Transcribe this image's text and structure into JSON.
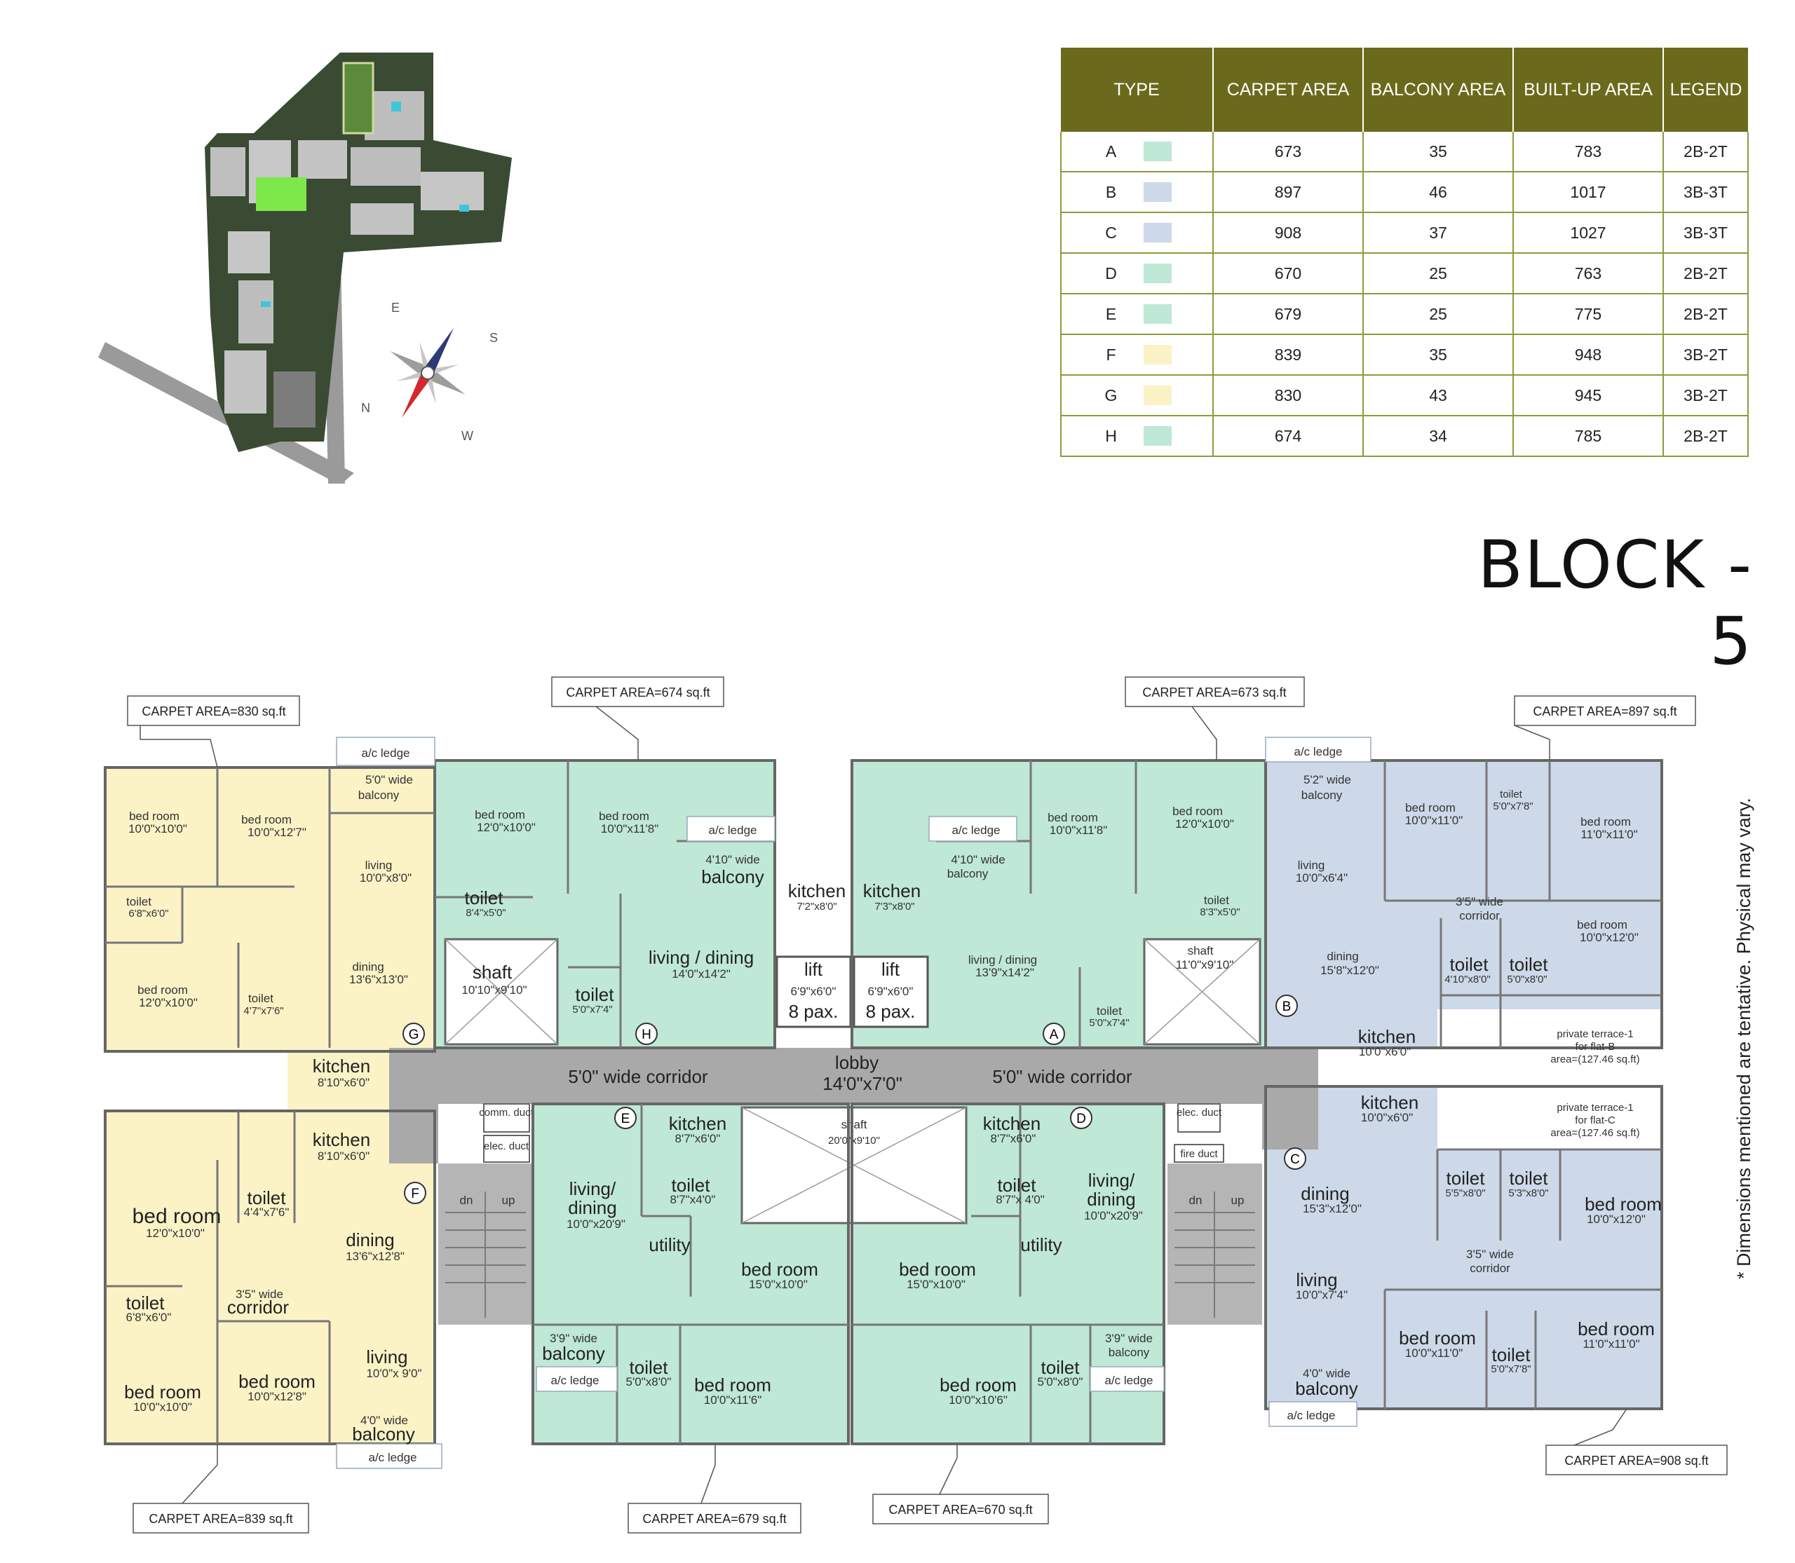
{
  "unit_table": {
    "headers": [
      {
        "label": "TYPE"
      },
      {
        "label": "CARPET AREA"
      },
      {
        "label": "BALCONY AREA"
      },
      {
        "label": "BUILT-UP AREA"
      },
      {
        "label": "LEGEND"
      }
    ],
    "rows": [
      {
        "type": "A",
        "color": "#bfe8d6",
        "carpet": "673",
        "balcony": "35",
        "builtup": "783",
        "legend": "2B-2T"
      },
      {
        "type": "B",
        "color": "#cdd9e8",
        "carpet": "897",
        "balcony": "46",
        "builtup": "1017",
        "legend": "3B-3T"
      },
      {
        "type": "C",
        "color": "#cdd9e8",
        "carpet": "908",
        "balcony": "37",
        "builtup": "1027",
        "legend": "3B-3T"
      },
      {
        "type": "D",
        "color": "#bfe8d6",
        "carpet": "670",
        "balcony": "25",
        "builtup": "763",
        "legend": "2B-2T"
      },
      {
        "type": "E",
        "color": "#bfe8d6",
        "carpet": "679",
        "balcony": "25",
        "builtup": "775",
        "legend": "2B-2T"
      },
      {
        "type": "F",
        "color": "#fbf3c6",
        "carpet": "839",
        "balcony": "35",
        "builtup": "948",
        "legend": "3B-2T"
      },
      {
        "type": "G",
        "color": "#fbf3c6",
        "carpet": "830",
        "balcony": "43",
        "builtup": "945",
        "legend": "3B-2T"
      },
      {
        "type": "H",
        "color": "#bfe8d6",
        "carpet": "674",
        "balcony": "34",
        "builtup": "785",
        "legend": "2B-2T"
      }
    ]
  },
  "compass": {
    "e": "E",
    "s": "S",
    "n": "N",
    "w": "W"
  },
  "block_title": "BLOCK - 5",
  "disclaimer": "* Dimensions mentioned are tentative. Physical may vary.",
  "colors": {
    "green_unit": "#bfe8d6",
    "blue_unit": "#cdd9e8",
    "yellow_unit": "#fbf3c6",
    "corridor": "#a9a9a9",
    "table_header": "#6b6a1c",
    "table_border": "#8e9b3a"
  },
  "callouts": {
    "g": "CARPET AREA=830 sq.ft",
    "h": "CARPET AREA=674 sq.ft",
    "a": "CARPET AREA=673 sq.ft",
    "b": "CARPET AREA=897 sq.ft",
    "f": "CARPET AREA=839 sq.ft",
    "e": "CARPET AREA=679 sq.ft",
    "d": "CARPET AREA=670 sq.ft",
    "c": "CARPET AREA=908 sq.ft"
  },
  "core": {
    "corridor_left": "5'0\" wide corridor",
    "corridor_right": "5'0\" wide corridor",
    "lobby": "lobby",
    "lobby_dim": "14'0\"x7'0\"",
    "lift": "lift",
    "lift_dim": "6'9\"x6'0\"",
    "lift_pax": "8 pax.",
    "shaft": "shaft",
    "shaft_center_dim": "20'0\"x9'10\"",
    "shaft_h_dim": "10'10\"x9'10\"",
    "shaft_a_dim": "11'0\"x9'10\"",
    "dn": "dn",
    "up": "up",
    "comm_duct": "comm. duct",
    "elec_duct": "elec. duct",
    "fire_duct": "fire duct"
  },
  "unit_markers": {
    "a": "A",
    "b": "B",
    "c": "C",
    "d": "D",
    "e": "E",
    "f": "F",
    "g": "G",
    "h": "H"
  },
  "rooms": {
    "ac_ledge": "a/c ledge",
    "g": {
      "bed1": "bed room",
      "bed1_dim": "10'0\"x10'0\"",
      "bed2": "bed room",
      "bed2_dim": "10'0\"x12'7\"",
      "bed3": "bed room",
      "bed3_dim": "12'0\"x10'0\"",
      "balcony_w": "5'0\" wide",
      "balcony": "balcony",
      "living": "living",
      "living_dim": "10'0\"x8'0\"",
      "toilet1": "toilet",
      "toilet1_dim": "6'8\"x6'0\"",
      "toilet2": "toilet",
      "toilet2_dim": "4'7\"x7'6\"",
      "dining": "dining",
      "dining_dim": "13'6\"x13'0\"",
      "kitchen": "kitchen",
      "kitchen_dim": "8'10\"x6'0\""
    },
    "h": {
      "bed1": "bed room",
      "bed1_dim": "12'0\"x10'0\"",
      "bed2": "bed room",
      "bed2_dim": "10'0\"x11'8\"",
      "toilet1": "toilet",
      "toilet1_dim": "8'4\"x5'0\"",
      "balcony_w": "4'10\" wide",
      "balcony": "balcony",
      "kitchen": "kitchen",
      "kitchen_dim": "7'2\"x8'0\"",
      "living": "living / dining",
      "living_dim": "14'0\"x14'2\"",
      "toilet2": "toilet",
      "toilet2_dim": "5'0\"x7'4\""
    },
    "a": {
      "kitchen": "kitchen",
      "kitchen_dim": "7'3\"x8'0\"",
      "balcony_w": "4'10\" wide",
      "balcony": "balcony",
      "bed1": "bed room",
      "bed1_dim": "10'0\"x11'8\"",
      "bed2": "bed room",
      "bed2_dim": "12'0\"x10'0\"",
      "toilet1": "toilet",
      "toilet1_dim": "8'3\"x5'0\"",
      "living": "living / dining",
      "living_dim": "13'9\"x14'2\"",
      "toilet2": "toilet",
      "toilet2_dim": "5'0\"x7'4\""
    },
    "b": {
      "balcony_w": "5'2\" wide",
      "balcony": "balcony",
      "bed1": "bed room",
      "bed1_dim": "10'0\"x11'0\"",
      "toilet1": "toilet",
      "toilet1_dim": "5'0\"x7'8\"",
      "bed2": "bed room",
      "bed2_dim": "11'0\"x11'0\"",
      "living": "living",
      "living_dim": "10'0\"x6'4\"",
      "corridor_w": "3'5\" wide",
      "corridor": "corridor",
      "bed3": "bed room",
      "bed3_dim": "10'0\"x12'0\"",
      "dining": "dining",
      "dining_dim": "15'8\"x12'0\"",
      "toilet2": "toilet",
      "toilet2_dim": "4'10\"x8'0\"",
      "toilet3": "toilet",
      "toilet3_dim": "5'0\"x8'0\"",
      "kitchen": "kitchen",
      "kitchen_dim": "10'0\"x6'0\"",
      "terrace1": "private terrace-1",
      "terrace2": "for flat-B",
      "terrace3": "area=(127.46 sq.ft)"
    },
    "f": {
      "kitchen": "kitchen",
      "kitchen_dim": "8'10\"x6'0\"",
      "bed1": "bed room",
      "bed1_dim": "12'0\"x10'0\"",
      "toilet1": "toilet",
      "toilet1_dim": "4'4\"x7'6\"",
      "dining": "dining",
      "dining_dim": "13'6\"x12'8\"",
      "toilet2": "toilet",
      "toilet2_dim": "6'8\"x6'0\"",
      "corridor_w": "3'5\" wide",
      "corridor": "corridor",
      "bed2": "bed room",
      "bed2_dim": "10'0\"x10'0\"",
      "bed3": "bed room",
      "bed3_dim": "10'0\"x12'8\"",
      "living": "living",
      "living_dim": "10'0\"x 9'0\"",
      "balcony_w": "4'0\" wide",
      "balcony": "balcony"
    },
    "e": {
      "living1": "living/",
      "living2": "dining",
      "living_dim": "10'0\"x20'9\"",
      "kitchen": "kitchen",
      "kitchen_dim": "8'7\"x6'0\"",
      "toilet1": "toilet",
      "toilet1_dim": "8'7\"x4'0\"",
      "utility": "utility",
      "bed1": "bed room",
      "bed1_dim": "15'0\"x10'0\"",
      "balcony_w": "3'9\" wide",
      "balcony": "balcony",
      "toilet2": "toilet",
      "toilet2_dim": "5'0\"x8'0\"",
      "bed2": "bed room",
      "bed2_dim": "10'0\"x11'6\""
    },
    "d": {
      "kitchen": "kitchen",
      "kitchen_dim": "8'7\"x6'0\"",
      "living1": "living/",
      "living2": "dining",
      "living_dim": "10'0\"x20'9\"",
      "toilet1": "toilet",
      "toilet1_dim": "8'7\"x 4'0\"",
      "utility": "utility",
      "bed1": "bed room",
      "bed1_dim": "15'0\"x10'0\"",
      "bed2": "bed room",
      "bed2_dim": "10'0\"x10'6\"",
      "toilet2": "toilet",
      "toilet2_dim": "5'0\"x8'0\"",
      "balcony_w": "3'9\" wide",
      "balcony": "balcony"
    },
    "c": {
      "kitchen": "kitchen",
      "kitchen_dim": "10'0\"x6'0\"",
      "terrace1": "private terrace-1",
      "terrace2": "for flat-C",
      "terrace3": "area=(127.46 sq.ft)",
      "dining": "dining",
      "dining_dim": "15'3\"x12'0\"",
      "toilet1": "toilet",
      "toilet1_dim": "5'5\"x8'0\"",
      "toilet2": "toilet",
      "toilet2_dim": "5'3\"x8'0\"",
      "bed1": "bed room",
      "bed1_dim": "10'0\"x12'0\"",
      "corridor_w": "3'5\" wide",
      "corridor": "corridor",
      "living": "living",
      "living_dim": "10'0\"x7'4\"",
      "bed2": "bed room",
      "bed2_dim": "10'0\"x11'0\"",
      "toilet3": "toilet",
      "toilet3_dim": "5'0\"x7'8\"",
      "bed3": "bed room",
      "bed3_dim": "11'0\"x11'0\"",
      "balcony_w": "4'0\" wide",
      "balcony": "balcony"
    }
  }
}
